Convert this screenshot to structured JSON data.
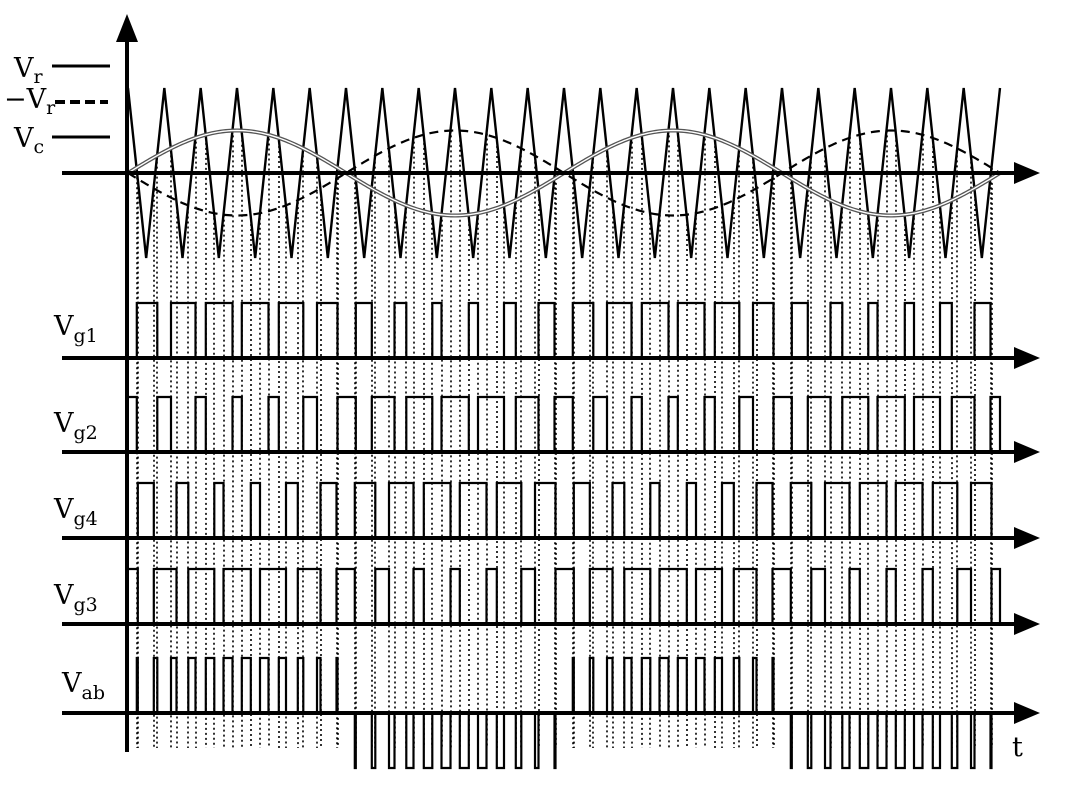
{
  "legend": [
    {
      "main": "V",
      "sub": "r",
      "prefix": "",
      "style": "solid"
    },
    {
      "main": "V",
      "sub": "r",
      "prefix": "−",
      "style": "dashed"
    },
    {
      "main": "V",
      "sub": "c",
      "prefix": "",
      "style": "solid"
    }
  ],
  "time_axis_label": "t",
  "traces": [
    {
      "main": "V",
      "sub": "g1",
      "signal": "g1"
    },
    {
      "main": "V",
      "sub": "g2",
      "signal": "g2"
    },
    {
      "main": "V",
      "sub": "g4",
      "signal": "g4"
    },
    {
      "main": "V",
      "sub": "g3",
      "signal": "g3"
    },
    {
      "main": "V",
      "sub": "ab",
      "signal": "ab"
    }
  ],
  "waveform": {
    "reference_periods": 2,
    "carrier_periods_per_reference": 12,
    "reference_amplitude": 0.5,
    "carrier_amplitude": 1.0
  },
  "colors": {
    "ink": "#000000",
    "sine": "#555555"
  }
}
